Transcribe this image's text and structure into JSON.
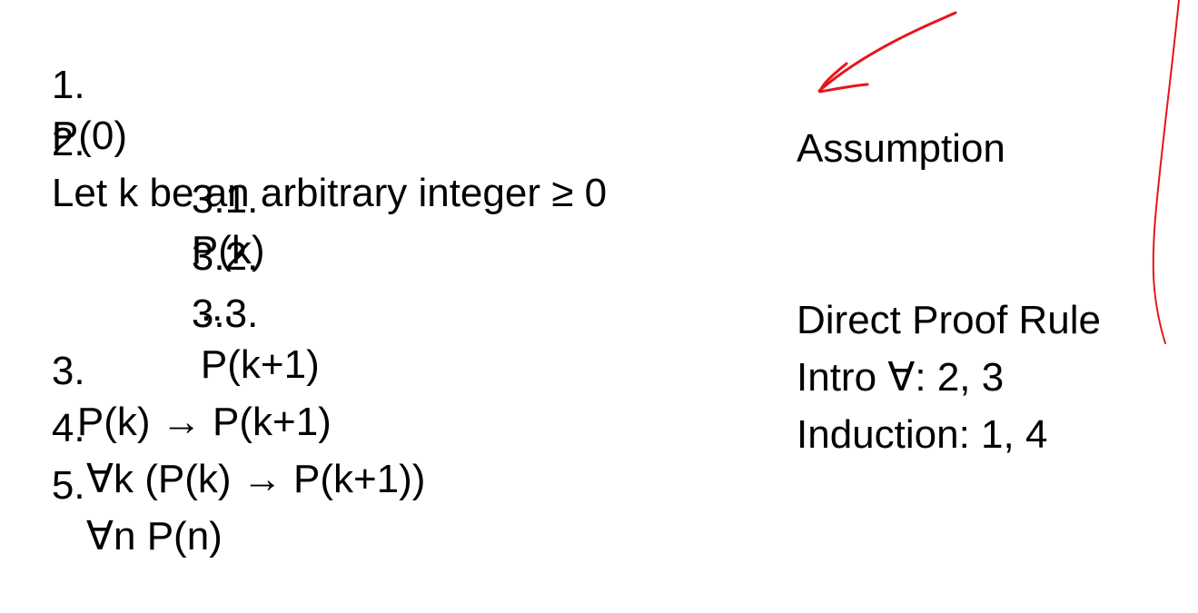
{
  "proof": {
    "lines": [
      {
        "number": "1.",
        "text": "P(0)"
      },
      {
        "number": "2.",
        "text": "Let k be an arbitrary integer ≥ 0"
      },
      {
        "number": "3.1.",
        "text": "P(k)"
      },
      {
        "number": "3.2.",
        "text": "..."
      },
      {
        "number": "3.3.",
        "text": "P(k+1)"
      },
      {
        "number": "3.",
        "text": "P(k) → P(k+1)"
      },
      {
        "number": "4.",
        "text": "∀k (P(k) → P(k+1))"
      },
      {
        "number": "5.",
        "text": "∀n P(n)"
      }
    ],
    "reasons": {
      "assumption": "Assumption",
      "direct_proof_rule": "Direct Proof Rule",
      "intro_forall": "Intro ∀: 2, 3",
      "induction": "Induction: 1, 4"
    }
  },
  "annotations": {
    "ink_color": "#e8141b"
  }
}
